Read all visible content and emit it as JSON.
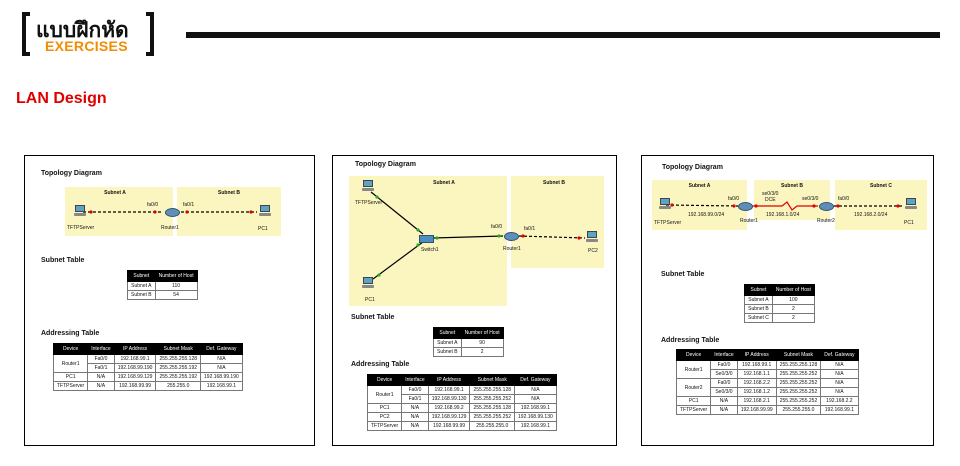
{
  "header": {
    "thai_title": "แบบฝึกหัด",
    "subtitle": "EXERCISES"
  },
  "page_title": "LAN Design",
  "panel1": {
    "topology_heading": "Topology Diagram",
    "zones": [
      "Subnet A",
      "Subnet B"
    ],
    "labels": {
      "server": "TFTPServer",
      "router": "Router1",
      "pc": "PC1",
      "if_a": "fa0/0",
      "if_b": "fa0/1"
    },
    "subnet_table": {
      "heading": "Subnet Table",
      "headers": [
        "Subnet",
        "Number of Host"
      ],
      "rows": [
        [
          "Subnet A",
          "110"
        ],
        [
          "Subnet B",
          "54"
        ]
      ]
    },
    "addr_table": {
      "heading": "Addressing Table",
      "headers": [
        "Device",
        "Interface",
        "IP Address",
        "Subnet Mask",
        "Def. Gateway"
      ],
      "router_name": "Router1",
      "router_rows": [
        [
          "Fa0/0",
          "192.168.99.1",
          "255.255.255.128",
          "N/A"
        ],
        [
          "Fa0/1",
          "192.168.99.190",
          "255.255.255.192",
          "N/A"
        ]
      ],
      "rows": [
        [
          "PC1",
          "N/A",
          "192.168.99.129",
          "255.255.255.192",
          "192.168.99.190"
        ],
        [
          "TFTPServer",
          "N/A",
          "192.168.99.99",
          "255.255.0",
          "192.168.99.1"
        ]
      ]
    }
  },
  "panel2": {
    "topology_heading": "Topology Diagram",
    "zones": [
      "Subnet A",
      "Subnet B"
    ],
    "labels": {
      "server": "TFTPServer",
      "switch": "Switch1",
      "router": "Router1",
      "pc1": "PC1",
      "pc2": "PC2",
      "if_a": "fa0/0",
      "if_b": "fa0/1"
    },
    "subnet_table": {
      "heading": "Subnet Table",
      "headers": [
        "Subnet",
        "Number of Host"
      ],
      "rows": [
        [
          "Subnet A",
          "90"
        ],
        [
          "Subnet B",
          "2"
        ]
      ]
    },
    "addr_table": {
      "heading": "Addressing Table",
      "headers": [
        "Device",
        "Interface",
        "IP Address",
        "Subnet Mask",
        "Def. Gateway"
      ],
      "router_name": "Router1",
      "router_rows": [
        [
          "Fa0/0",
          "192.168.99.1",
          "255.255.255.128",
          "N/A"
        ],
        [
          "Fa0/1",
          "192.168.99.130",
          "255.255.255.252",
          "N/A"
        ]
      ],
      "rows": [
        [
          "PC1",
          "N/A",
          "192.168.99.2",
          "255.255.255.128",
          "192.168.99.1"
        ],
        [
          "PC2",
          "N/A",
          "192.168.99.129",
          "255.255.255.252",
          "192.168.99.130"
        ],
        [
          "TFTPServer",
          "N/A",
          "192.168.99.99",
          "255.255.255.0",
          "192.168.99.1"
        ]
      ]
    }
  },
  "panel3": {
    "topology_heading": "Topology Diagram",
    "zones": [
      "Subnet A",
      "Subnet B",
      "Subnet C"
    ],
    "labels": {
      "server": "TFTPServer",
      "router1": "Router1",
      "router2": "Router2",
      "pc": "PC1",
      "r1_fa": "fa0/0",
      "r1_se": "se0/3/0",
      "dce": "DCE",
      "r2_se": "se0/3/0",
      "r2_fa": "fa0/0",
      "net_a": "192.168.99.0/24",
      "net_b": "192.168.1.0/24",
      "net_c": "192.168.2.0/24"
    },
    "subnet_table": {
      "heading": "Subnet Table",
      "headers": [
        "Subnet",
        "Number of Host"
      ],
      "rows": [
        [
          "Subnet A",
          "100"
        ],
        [
          "Subnet B",
          "2"
        ],
        [
          "Subnet C",
          "2"
        ]
      ]
    },
    "addr_table": {
      "heading": "Addressing Table",
      "headers": [
        "Device",
        "Interface",
        "IP Address",
        "Subnet Mask",
        "Def. Gateway"
      ],
      "router1_name": "Router1",
      "router1_rows": [
        [
          "Fa0/0",
          "192.168.99.1",
          "255.255.255.128",
          "N/A"
        ],
        [
          "Se0/3/0",
          "192.168.1.1",
          "255.255.255.252",
          "N/A"
        ]
      ],
      "router2_name": "Router2",
      "router2_rows": [
        [
          "Fa0/0",
          "192.168.2.2",
          "255.255.255.252",
          "N/A"
        ],
        [
          "Se0/3/0",
          "192.168.1.2",
          "255.255.255.252",
          "N/A"
        ]
      ],
      "rows": [
        [
          "PC1",
          "N/A",
          "192.168.2.1",
          "255.255.255.252",
          "192.168.2.2"
        ],
        [
          "TFTPServer",
          "N/A",
          "192.168.99.99",
          "255.255.255.0",
          "192.168.99.1"
        ]
      ]
    }
  }
}
